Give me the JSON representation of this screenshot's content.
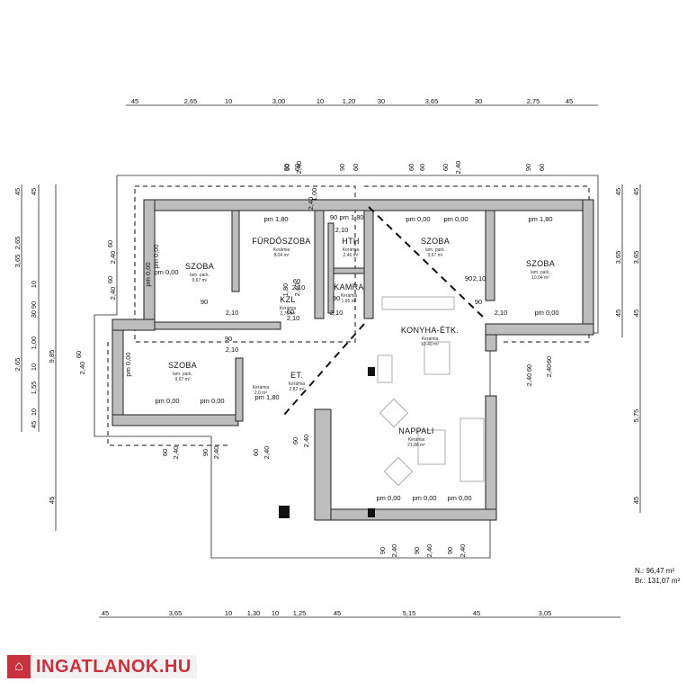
{
  "rooms": [
    {
      "name": "SZOBA",
      "sub1": "lam. park.",
      "sub2": "9,67 m²"
    },
    {
      "name": "FÜRDŐSZOBA",
      "sub1": "Kerámia",
      "sub2": "8,04 m²"
    },
    {
      "name": "HTH",
      "sub1": "Kerámia",
      "sub2": "2,46 m²"
    },
    {
      "name": "SZOBA",
      "sub1": "lam. park.",
      "sub2": "9,67 m²"
    },
    {
      "name": "SZOBA",
      "sub1": "lam. park.",
      "sub2": "10,04 m²"
    },
    {
      "name": "KAMRA",
      "sub1": "Kerámia",
      "sub2": "1,95 m²"
    },
    {
      "name": "KZL",
      "sub1": "Kerámia",
      "sub2": "2,70 m²"
    },
    {
      "name": "KONYHA-ÉTK.",
      "sub1": "Kerámia",
      "sub2": "10,40 m²"
    },
    {
      "name": "SZOBA",
      "sub1": "lam. park.",
      "sub2": "9,67 m²"
    },
    {
      "name": "ET.",
      "sub1": "Kerámia",
      "sub2": "2,82 m²"
    },
    {
      "name": "NAPPALI",
      "sub1": "Kerámia",
      "sub2": "21,88 m²"
    },
    {
      "name": "",
      "sub1": "Kerámia",
      "sub2": "2,0 m²"
    }
  ],
  "top_dims": [
    "45",
    "2,65",
    "10",
    "3,00",
    "10",
    "1,20",
    "30",
    "3,65",
    "30",
    "2,75",
    "45"
  ],
  "bottom_dims": [
    "45",
    "3,65",
    "10",
    "1,30",
    "10",
    "1,25",
    "45",
    "5,15",
    "45",
    "3,05"
  ],
  "left_dims": [
    "45",
    "2,65",
    "30",
    "3,65",
    "90",
    "10",
    "1,00",
    "10",
    "1,55",
    "10",
    "2,65",
    "9,85",
    "45",
    "45",
    "45"
  ],
  "right_dims": [
    "45",
    "45",
    "3,65",
    "3,65",
    "45",
    "45",
    "5,75",
    "45"
  ],
  "window_labels": [
    "90",
    "60",
    "90",
    "60",
    "60",
    "60",
    "60",
    "2,40",
    "90",
    "60",
    "60",
    "2,40",
    "60",
    "2,40",
    "60",
    "2,40",
    "60",
    "2,40",
    "90",
    "2,40",
    "90",
    "2,40",
    "90",
    "2,40",
    "90",
    "2,40",
    "60",
    "2,40",
    "60",
    "2,40",
    "60",
    "2,40",
    "60",
    "2,40",
    "60",
    "2,40",
    "1,00",
    "2,40",
    "1,80",
    "2,40"
  ],
  "door_labels": [
    "90",
    "2,10",
    "90",
    "2,10",
    "90",
    "2,10",
    "90",
    "2,10",
    "90",
    "2,10",
    "90",
    "2,10",
    "60",
    "2,10",
    "60",
    "2,10"
  ],
  "pm_labels": [
    "pm 0,00",
    "pm 0,00",
    "pm 1,80",
    "pm 1,80",
    "pm 0,00",
    "pm 0,00",
    "pm 1,80",
    "pm 0,00",
    "pm 0,00",
    "pm 0,00",
    "pm 0,00",
    "pm 0,00",
    "pm 0,00",
    "pm 0,00",
    "pm 1,80",
    "pm 0,00"
  ],
  "area": {
    "net": "N.: 96,47 m²",
    "gross": "Br.: 131,07 m²"
  },
  "watermark": "INGATLANOK.HU"
}
